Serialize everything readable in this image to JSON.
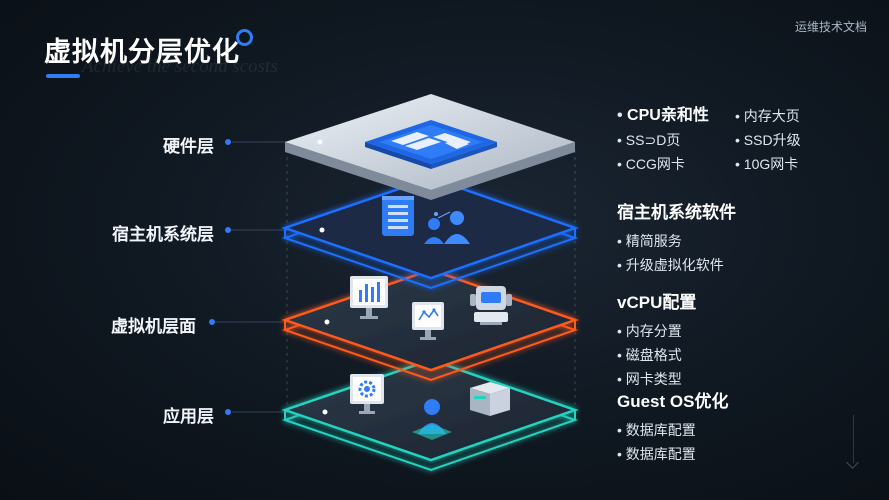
{
  "header": {
    "brand": "运维技术文档",
    "title": "虚拟机分层优化",
    "watermark": "Achieve the second scosts"
  },
  "layers": [
    {
      "label": "硬件层"
    },
    {
      "label": "宿主机系统层"
    },
    {
      "label": "虚拟机层面"
    },
    {
      "label": "应用层"
    }
  ],
  "panels": {
    "hardware": {
      "col1": [
        "CPU亲和性",
        "SS⊃D页",
        "CCG网卡"
      ],
      "col2": [
        "内存大页",
        "SSD升级",
        "10G网卡"
      ]
    },
    "host": {
      "title": "宿主机系统软件",
      "items": [
        "精简服务",
        "升级虚拟化软件"
      ]
    },
    "vm": {
      "title": "vCPU配置",
      "items": [
        "内存分置",
        "磁盘格式",
        "网卡类型"
      ]
    },
    "guest": {
      "title": "Guest OS优化",
      "items": [
        "数据库配置",
        "数据库配置"
      ]
    }
  },
  "colors": {
    "accent": "#2f7cf6",
    "hardware_layer": "#c9d2de",
    "host_layer": "#1f6fff",
    "vm_layer": "#ff5a1f",
    "app_layer": "#22d3c0"
  },
  "icons": [
    "chip-icon",
    "server-icon",
    "users-icon",
    "bar-chart-monitor-icon",
    "network-monitor-icon",
    "robot-icon",
    "gear-monitor-icon",
    "user-icon",
    "storage-box-icon"
  ]
}
